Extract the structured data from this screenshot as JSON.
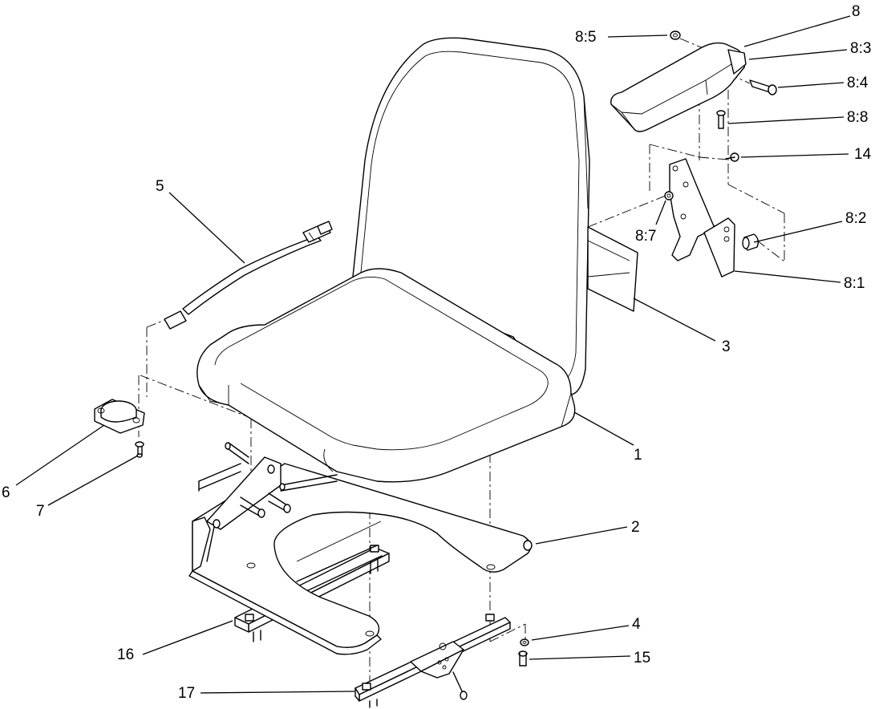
{
  "callouts": {
    "c1": "1",
    "c2": "2",
    "c3": "3",
    "c4": "4",
    "c5": "5",
    "c6": "6",
    "c7": "7",
    "c8": "8",
    "c8_1": "8:1",
    "c8_2": "8:2",
    "c8_3": "8:3",
    "c8_4": "8:4",
    "c8_5": "8:5",
    "c8_7": "8:7",
    "c8_8": "8:8",
    "c14": "14",
    "c15": "15",
    "c16": "16",
    "c17": "17"
  }
}
